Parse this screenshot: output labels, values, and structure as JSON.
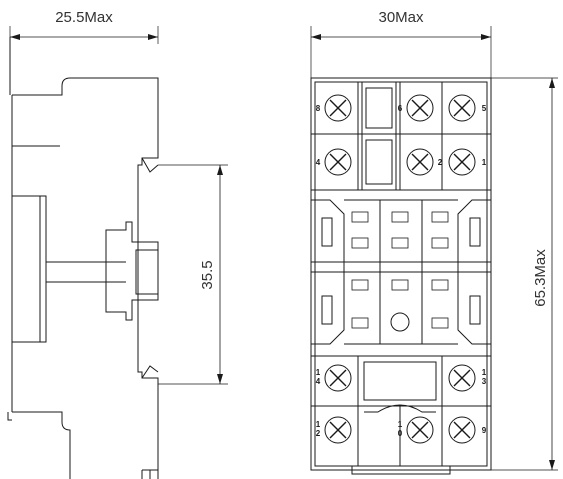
{
  "dimensions": {
    "side_width": "25.5Max",
    "front_width": "30Max",
    "rail_height": "35.5",
    "total_height": "65.3Max"
  },
  "terminals": {
    "top_row_1": [
      "8",
      "6",
      "5"
    ],
    "top_row_2": [
      "4",
      "2",
      "1"
    ],
    "bottom_row_1": [
      "14",
      "13"
    ],
    "bottom_row_2": [
      "12",
      "10",
      "9"
    ]
  },
  "icons": {
    "screw": "screw-terminal-icon"
  }
}
